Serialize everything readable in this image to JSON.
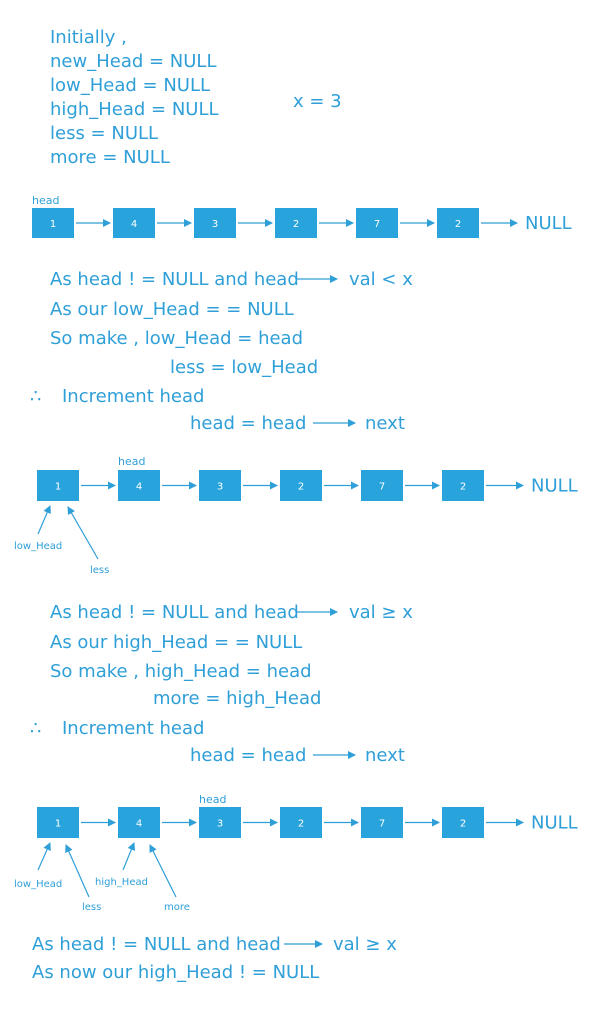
{
  "intro": {
    "lines": [
      "Initially ,",
      "new_Head = NULL",
      "low_Head = NULL",
      "high_Head = NULL",
      "less = NULL",
      "more = NULL"
    ],
    "x_label": "x = 3"
  },
  "null_label": "NULL",
  "list1": {
    "values": [
      "1",
      "4",
      "3",
      "2",
      "7",
      "2"
    ],
    "head_label": "head"
  },
  "step1": {
    "lines": [
      "As head ! = NULL and head",
      "val < x",
      "As our low_Head = = NULL",
      "So make , low_Head = head",
      "less = low_Head"
    ],
    "therefore": "∴",
    "increment": "Increment head",
    "advance_left": "head = head",
    "advance_right": "next"
  },
  "list2": {
    "values": [
      "1",
      "4",
      "3",
      "2",
      "7",
      "2"
    ],
    "head_label": "head",
    "low_label": "low_Head",
    "less_label": "less"
  },
  "step2": {
    "lines": [
      "As head ! = NULL and head",
      "val ≥ x",
      "As our high_Head = = NULL",
      "So make , high_Head = head",
      "more = high_Head"
    ],
    "therefore": "∴",
    "increment": "Increment head",
    "advance_left": "head = head",
    "advance_right": "next"
  },
  "list3": {
    "values": [
      "1",
      "4",
      "3",
      "2",
      "7",
      "2"
    ],
    "head_label": "head",
    "low_label": "low_Head",
    "less_label": "less",
    "high_label": "high_Head",
    "more_label": "more"
  },
  "step3": {
    "lines": [
      "As head ! = NULL and head",
      "val ≥ x",
      "As now our high_Head ! = NULL"
    ]
  }
}
